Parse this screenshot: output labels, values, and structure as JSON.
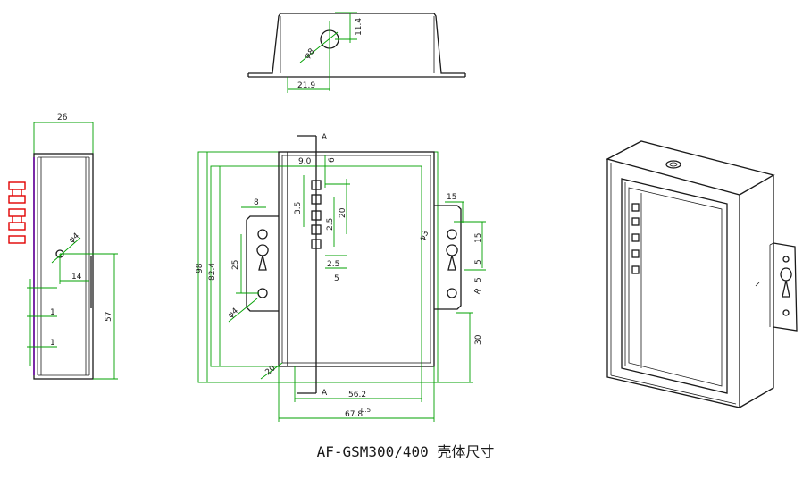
{
  "caption": "AF-GSM300/400 壳体尺寸",
  "dims": {
    "top_phi": "φ8",
    "top_h": "11.4",
    "top_w": "21.9",
    "side_w": "26",
    "side_phi": "φ4",
    "side_14": "14",
    "side_1a": "1",
    "side_1b": "1",
    "side_57": "57",
    "f_98": "98",
    "f_824": "82.4",
    "f_90": "9.0",
    "f_6": "6",
    "f_8": "8",
    "f_25": "25",
    "f_35": "3.5",
    "f_20": "20",
    "f_25b": "2.5",
    "f_25c": "2.5",
    "f_5": "5",
    "f_phi4": "φ4",
    "f_20b": "20",
    "f_562": "56.2",
    "f_678": "67.8",
    "f_ann": "0.5",
    "sec_a1": "A",
    "sec_a2": "A",
    "r_15a": "15",
    "r_15b": "15",
    "r_5": "5",
    "r_30": "30",
    "r_phi": "φ3",
    "r_r": "R",
    "r_5b": "5"
  }
}
